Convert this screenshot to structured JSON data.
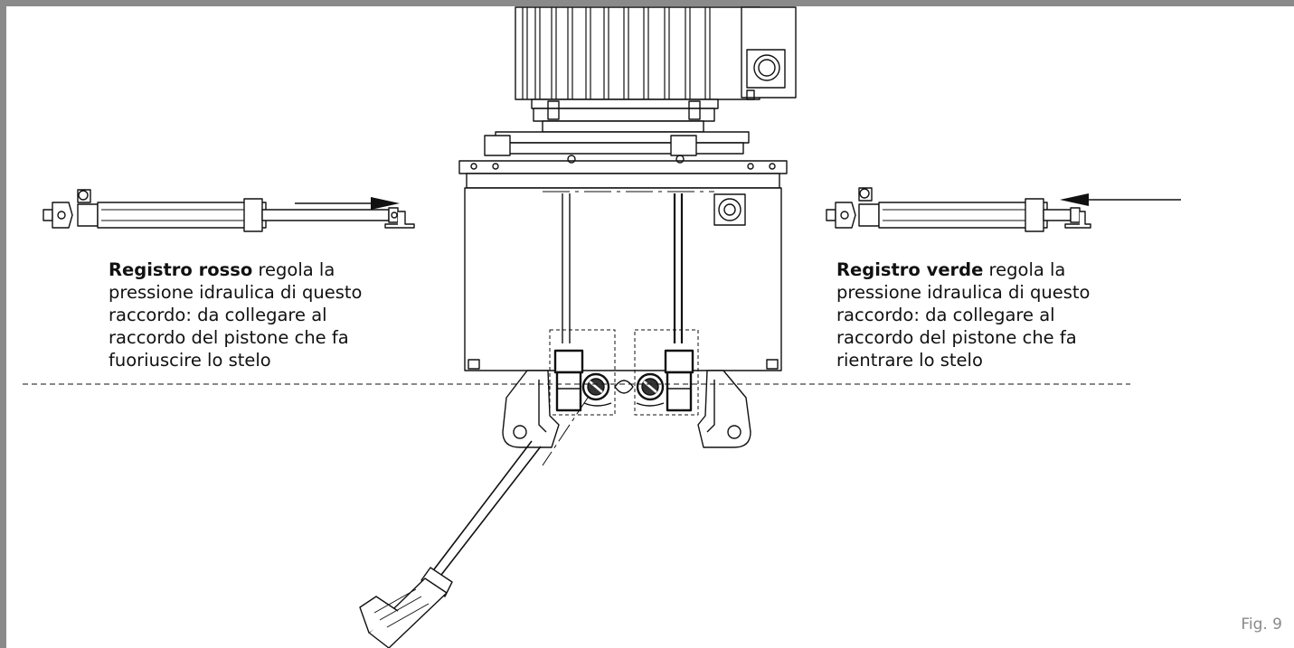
{
  "figure_label": "Fig. 9",
  "captions": {
    "left": {
      "bold": "Registro rosso",
      "rest": " regola la",
      "lines": [
        "pressione idraulica di questo",
        "raccordo: da collegare al",
        "raccordo del pistone che fa",
        "fuoriuscire lo stelo"
      ]
    },
    "right": {
      "bold": "Registro verde",
      "rest": " regola la",
      "lines": [
        "pressione idraulica di questo",
        "raccordo: da collegare al",
        "raccordo del pistone che fa",
        "rientrare lo stelo"
      ]
    }
  }
}
